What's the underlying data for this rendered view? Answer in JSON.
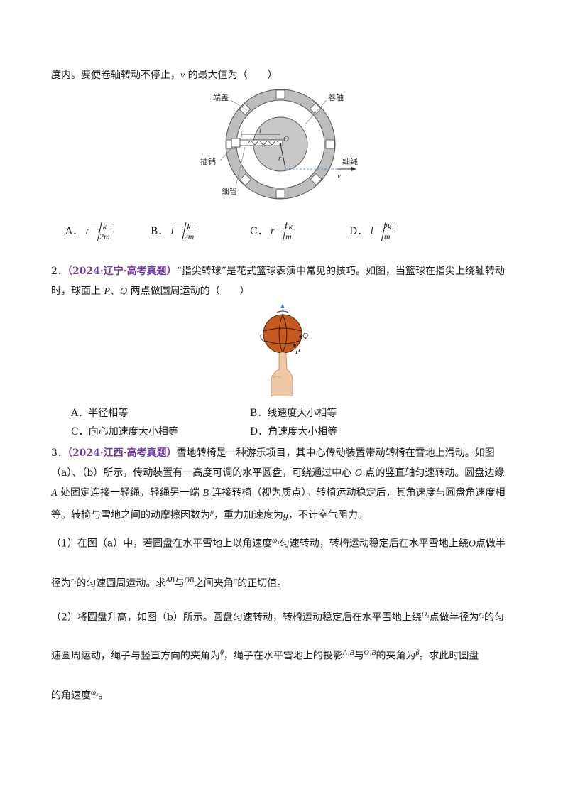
{
  "q1": {
    "tail_text_1": "度内。要使卷轴转动不停止，",
    "var_v": "v",
    "tail_text_2": " 的最大值为（　　）",
    "figure_labels": {
      "end_cap": "端盖",
      "reel": "卷轴",
      "pin": "插销",
      "rope": "细绳",
      "tube": "细管",
      "l": "l",
      "O": "O",
      "r": "r",
      "v": "v"
    },
    "options": [
      {
        "letter": "A．",
        "coef": "r",
        "num": "k",
        "den": "2m",
        "single": ""
      },
      {
        "letter": "B．",
        "coef": "l",
        "num": "k",
        "den": "2m",
        "single": ""
      },
      {
        "letter": "C．",
        "coef": "r",
        "num": "2k",
        "den": "m",
        "single": ""
      },
      {
        "letter": "D．",
        "coef": "l",
        "num": "2k",
        "den": "m",
        "single": ""
      }
    ]
  },
  "q2": {
    "number": "2．",
    "tag": "（2024·辽宁·高考真题）",
    "line1": "“指尖转球”是花式篮球表演中常见的技巧。如图，当篮球在指尖上绕轴转动",
    "line2_a": "时，球面上 ",
    "P": "P",
    "sep": "、",
    "Q": "Q",
    "line2_b": " 两点做圆周运动的（　　）",
    "figure_labels": {
      "Q": "Q",
      "P": "P"
    },
    "options": [
      {
        "letter": "A．",
        "text": "半径相等"
      },
      {
        "letter": "B．",
        "text": "线速度大小相等"
      },
      {
        "letter": "C．",
        "text": "向心加速度大小相等"
      },
      {
        "letter": "D．",
        "text": "角速度大小相等"
      }
    ]
  },
  "q3": {
    "number": "3．",
    "tag": "（2024·江西·高考真题）",
    "line1": "雪地转椅是一种游乐项目，其中心传动装置带动转椅在雪地上滑动。如图",
    "line2_a": "（a）、（b）所示，传动装置有一高度可调的水平圆盘，可绕通过中心 ",
    "O": "O",
    "line2_b": " 点的竖直轴匀速转动。圆盘边缘",
    "line3_A": "A",
    "line3_a": " 处固定连接一轻绳，轻绳另一端 ",
    "line3_B": "B",
    "line3_b": " 连接转椅（视为质点）。转椅运动稳定后，其角速度与圆盘角速度相",
    "line4_a": "等。转椅与雪地之间的动摩擦因数为",
    "mu": "μ",
    "line4_b": "，重力加速度为",
    "g": "g",
    "line4_c": "，不计空气阻力。",
    "sub1": {
      "a": "（1）在图（a）中，若圆盘在水平雪地上以角速度",
      "omega1": "ω₁",
      "b": "匀速转动，转椅运动稳定后在水平雪地上绕",
      "O": "O",
      "c": "点做半",
      "d": "径为",
      "r1": "r₁",
      "e": "的匀速圆周运动。求",
      "AB": "AB",
      "f": "与",
      "OB": "OB",
      "g": "之间夹角",
      "alpha": "α",
      "h": "的正切值。"
    },
    "sub2": {
      "a": "（2）将圆盘升高，如图（b）所示。圆盘匀速转动，转椅运动稳定后在水平雪地上绕",
      "O1": "O₁",
      "b": "点做半径为",
      "r2": "r₂",
      "c": "的匀",
      "d": "速圆周运动，绳子与竖直方向的夹角为",
      "theta": "θ",
      "e": "，绳子在水平雪地上的投影",
      "A1B": "A₁B",
      "f": "与",
      "O1B": "O₁B",
      "g": "的夹角为",
      "beta": "β",
      "h": "。求此时圆盘",
      "i": "的角速度",
      "omega2": "ω₂",
      "j": "。"
    }
  }
}
